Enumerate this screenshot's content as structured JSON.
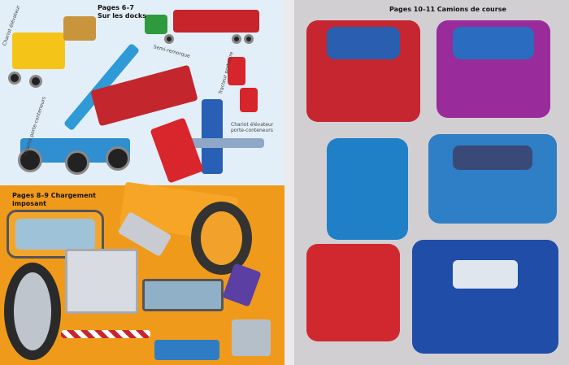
{
  "sections": [
    {
      "title_line1": "Pages 6–7",
      "title_line2": "Sur les docks",
      "labels": [
        "Chariot élévateur",
        "Semi-remorque",
        "Tracteur portuaire",
        "Chariot porte-conteneurs",
        "Chariot élévateur porte-conteneurs"
      ],
      "background": "#e3eff8"
    },
    {
      "title_line1": "Pages 8–9  Chargement",
      "title_line2": "imposant",
      "background": "#f09a1c"
    },
    {
      "title_line1": "Pages 10–11  Camions de course",
      "background": "#d2cfd3"
    }
  ]
}
